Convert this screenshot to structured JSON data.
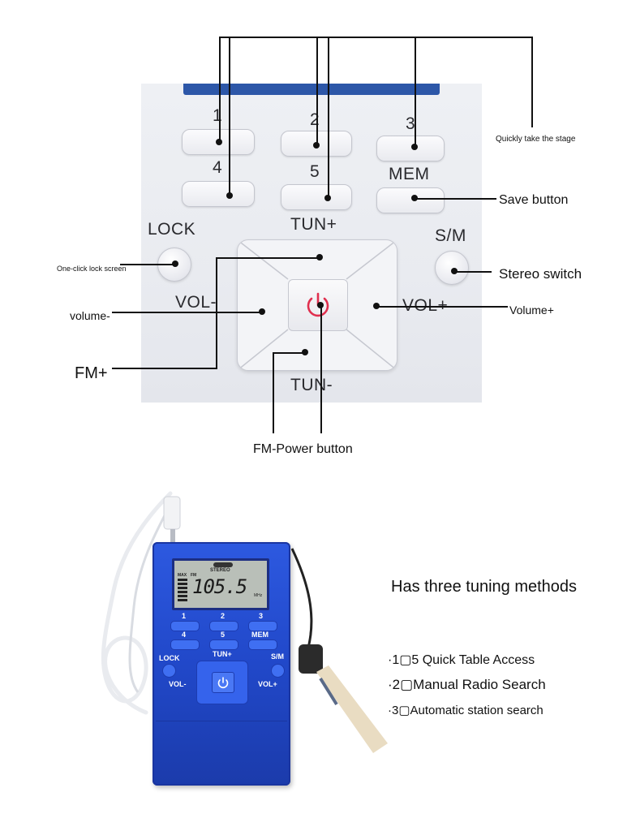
{
  "panel": {
    "keys": {
      "k1": "1",
      "k2": "2",
      "k3": "3",
      "k4": "4",
      "k5": "5",
      "mem": "MEM",
      "tun_plus": "TUN+",
      "tun_minus": "TUN-",
      "lock": "LOCK",
      "sm": "S/M",
      "vol_minus": "VOL-",
      "vol_plus": "VOL+"
    }
  },
  "callouts": {
    "stage": "Quickly take the stage",
    "save": "Save button",
    "lock": "One-click lock screen",
    "stereo": "Stereo switch",
    "volume_minus": "volume-",
    "volume_plus": "Volume+",
    "fm_plus": "FM+",
    "power": "FM-Power button"
  },
  "radio": {
    "lcd_stereo": "STEREO",
    "lcd_max": "MAX",
    "lcd_fm": "FM",
    "lcd_freq": "105.5",
    "lcd_unit": "MHz",
    "keys": {
      "k1": "1",
      "k2": "2",
      "k3": "3",
      "k4": "4",
      "k5": "5",
      "mem": "MEM",
      "tun_plus": "TUN+",
      "lock": "LOCK",
      "sm": "S/M",
      "vol_minus": "VOL-",
      "vol_plus": "VOL+"
    }
  },
  "features": {
    "heading": "Has three tuning methods",
    "items": [
      "·1▢5 Quick Table Access",
      "·2▢Manual Radio Search",
      "·3▢Automatic station search"
    ]
  }
}
